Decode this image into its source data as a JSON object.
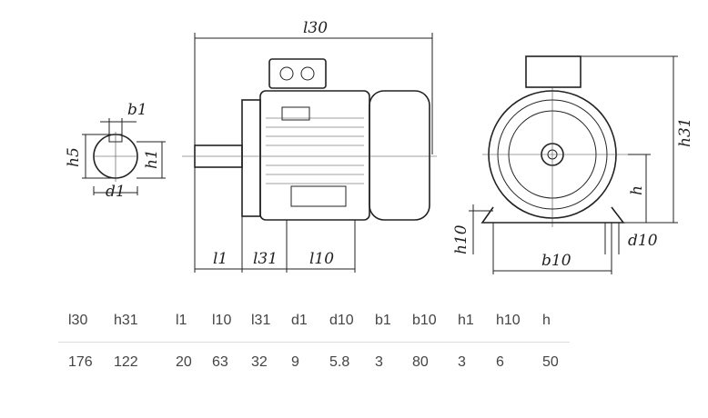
{
  "drawing": {
    "labels": {
      "l30": "l30",
      "h31": "h31",
      "b1": "b1",
      "h5": "h5",
      "h1": "h1",
      "d1": "d1",
      "l1": "l1",
      "l31": "l31",
      "l10": "l10",
      "h10": "h10",
      "d10": "d10",
      "b10": "b10",
      "h": "h"
    }
  },
  "table": {
    "headers": [
      "l30",
      "h31",
      "l1",
      "l10",
      "l31",
      "d1",
      "d10",
      "b1",
      "b10",
      "h1",
      "h10",
      "h"
    ],
    "values": [
      "176",
      "122",
      "20",
      "63",
      "32",
      "9",
      "5.8",
      "3",
      "80",
      "3",
      "6",
      "50"
    ]
  }
}
